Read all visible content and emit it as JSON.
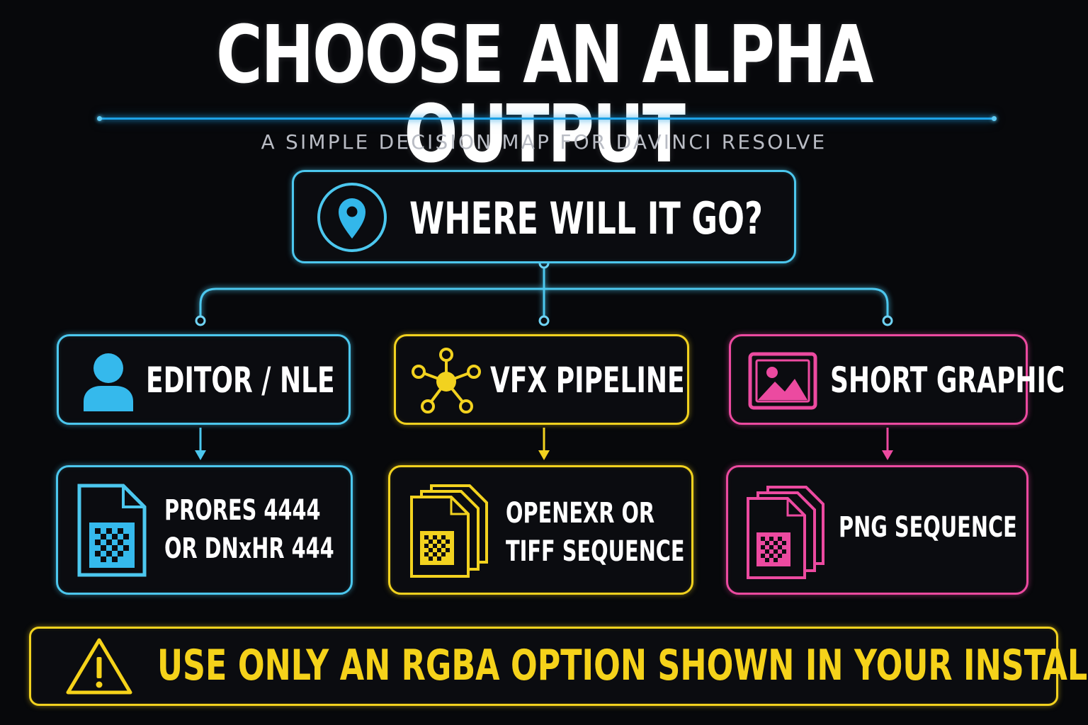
{
  "title": "CHOOSE AN ALPHA OUTPUT",
  "subtitle": "A SIMPLE DECISION MAP FOR DAVINCI RESOLVE",
  "question": {
    "label": "WHERE WILL IT GO?",
    "icon": "location-pin-icon"
  },
  "categories": [
    {
      "label": "EDITOR / NLE",
      "icon": "user-icon",
      "color": "#4cc7ee"
    },
    {
      "label": "VFX PIPELINE",
      "icon": "network-nodes-icon",
      "color": "#f2d21f"
    },
    {
      "label": "SHORT GRAPHIC",
      "icon": "image-icon",
      "color": "#ec4aa0"
    }
  ],
  "formats": [
    {
      "label": "PRORES 4444\nOR DNxHR 444",
      "icon": "alpha-file-icon",
      "color": "#4cc7ee"
    },
    {
      "label": "OPENEXR OR\nTIFF SEQUENCE",
      "icon": "file-stack-icon",
      "color": "#f2d21f"
    },
    {
      "label": "PNG SEQUENCE",
      "icon": "file-stack-icon",
      "color": "#ec4aa0"
    }
  ],
  "warning": {
    "label": "USE ONLY AN RGBA OPTION SHOWN IN YOUR INSTALL",
    "icon": "warning-triangle-icon",
    "color": "#f5d21a"
  }
}
